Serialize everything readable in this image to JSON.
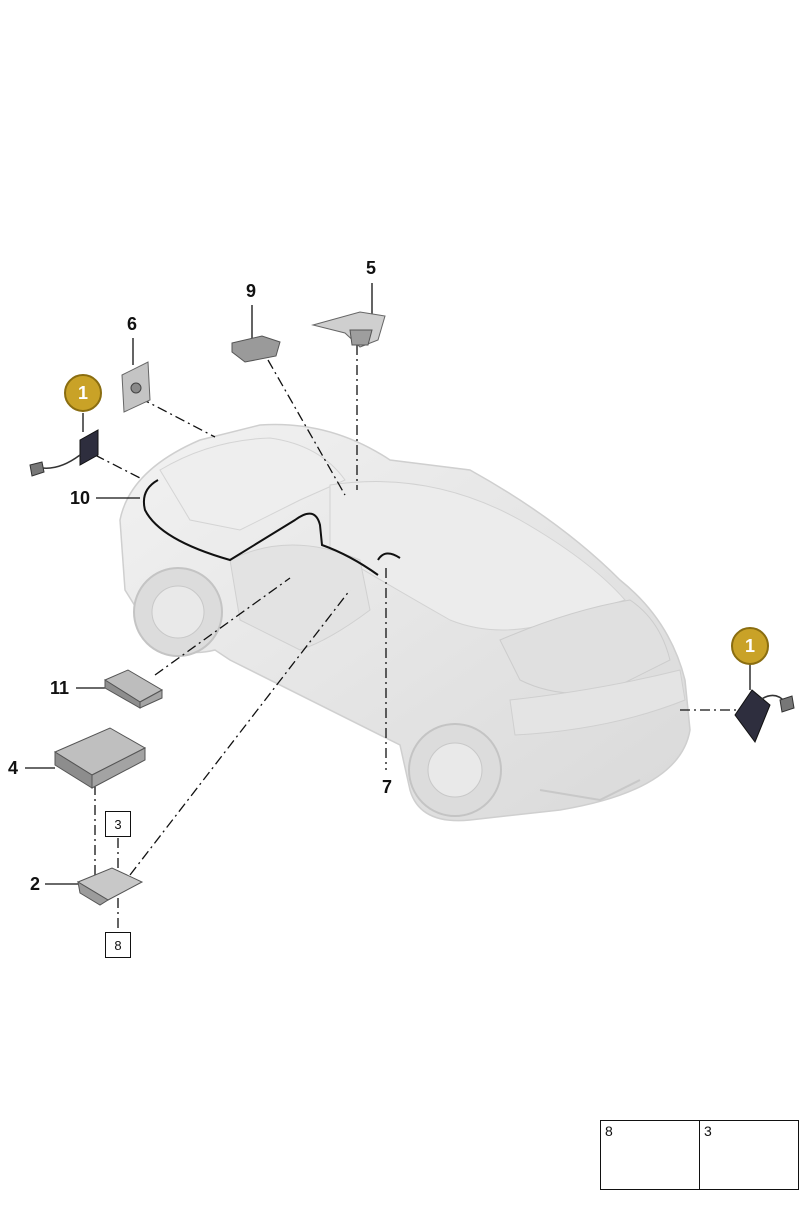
{
  "callouts": {
    "c5": "5",
    "c9": "9",
    "c6": "6",
    "c10": "10",
    "c11": "11",
    "c4": "4",
    "c2": "2",
    "c7": "7",
    "badge_left": "1",
    "badge_right": "1",
    "ref3": "3",
    "ref8": "8"
  },
  "legend": {
    "cell8": "8",
    "cell3": "3"
  },
  "colors": {
    "badge_fill": "#c9a227",
    "car_body": "#e6e6e6",
    "part_dark": "#2e2e3e"
  }
}
